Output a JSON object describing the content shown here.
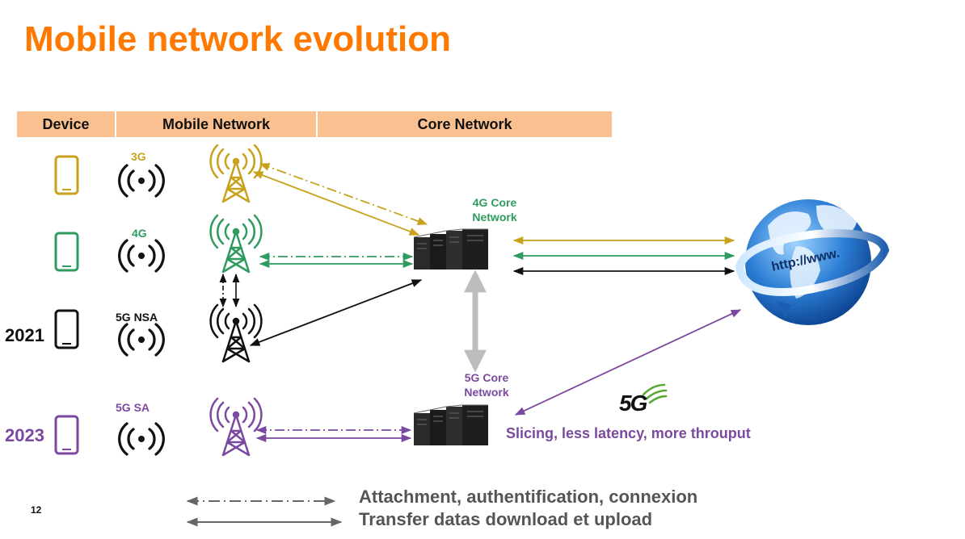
{
  "slide": {
    "title": "Mobile network evolution",
    "page_number": "12"
  },
  "headers": {
    "device": "Device",
    "mobile_network": "Mobile Network",
    "core_network": "Core Network"
  },
  "rows": [
    {
      "tech": "3G",
      "year": "",
      "color": "#c8a21a"
    },
    {
      "tech": "4G",
      "year": "",
      "color": "#2f9b5f"
    },
    {
      "tech": "5G NSA",
      "year": "2021",
      "color": "#111111"
    },
    {
      "tech": "5G SA",
      "year": "2023",
      "color": "#7b4aa0"
    }
  ],
  "core": {
    "four_g": "4G Core\nNetwork",
    "five_g": "5G Core\nNetwork"
  },
  "badge_5g": "5G",
  "tagline": "Slicing, less latency, more throuput",
  "legend": {
    "dashed": "Attachment, authentification, connexion",
    "solid": "Transfer datas download et upload"
  },
  "internet_label": "http://www.",
  "colors": {
    "title": "#ff7900",
    "header_bg": "#fbc08f",
    "gray": "#9a9a9a"
  }
}
